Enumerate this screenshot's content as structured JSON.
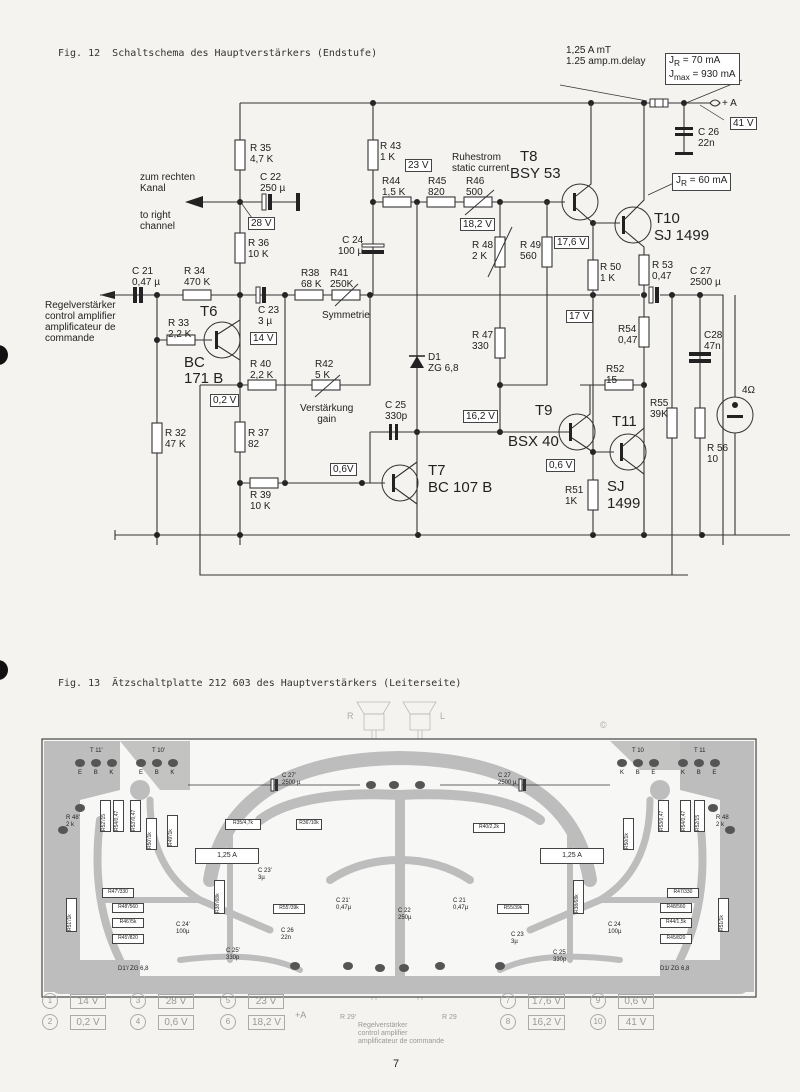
{
  "fig12": {
    "caption": "Fig. 12  Schaltschema des Hauptverstärkers (Endstufe)",
    "fuse_label_de": "1,25 A  mT",
    "fuse_label_en": "1.25 amp.m.delay",
    "current_box": {
      "jr_sym": "J",
      "jr_sub": "R",
      "jr_val": "=  70 mA",
      "jmax_sym": "J",
      "jmax_sub": "max",
      "jmax_val": "= 930 mA"
    },
    "jr60": {
      "sym": "J",
      "sub": "R",
      "val": "= 60 mA"
    },
    "plus_a": "+ A",
    "to_right_channel_de": [
      "zum  rechten",
      "Kanal"
    ],
    "to_right_channel_en": [
      "to  right",
      "channel"
    ],
    "control_amp": [
      "Regelverstärker",
      "control amplifier",
      "amplificateur de",
      "commande"
    ],
    "static_current": [
      "Ruhestrom",
      "static current"
    ],
    "symmetrie": "Symmetrie",
    "gain": [
      "Verstärkung",
      "gain"
    ],
    "speaker": "4Ω",
    "components": {
      "R35": [
        "R 35",
        "4,7 K"
      ],
      "C22": [
        "C 22",
        "250 µ"
      ],
      "R36": [
        "R 36",
        "10 K"
      ],
      "C21": [
        "C 21",
        "0,47 µ"
      ],
      "R34": [
        "R 34",
        "470 K"
      ],
      "R33": [
        "R 33",
        "2,2 K"
      ],
      "C23": [
        "C 23",
        "3 µ"
      ],
      "R38": [
        "R38",
        "68 K"
      ],
      "R41": [
        "R41",
        "250K"
      ],
      "R40": [
        "R 40",
        "2,2 K"
      ],
      "R42": [
        "R42",
        "5 K"
      ],
      "R32": [
        "R 32",
        "47 K"
      ],
      "R37": [
        "R 37",
        "82"
      ],
      "R39": [
        "R 39",
        "10 K"
      ],
      "R43": [
        "R 43",
        "1 K"
      ],
      "R44": [
        "R44",
        "1,5 K"
      ],
      "R45": [
        "R45",
        "820"
      ],
      "R46": [
        "R46",
        "500"
      ],
      "C24": [
        "C 24",
        "100 µ"
      ],
      "R48": [
        "R 48",
        "2 K"
      ],
      "R49": [
        "R 49",
        "560"
      ],
      "R47": [
        "R 47",
        "330"
      ],
      "D1": [
        "D1",
        "ZG 6,8"
      ],
      "C25": [
        "C 25",
        "330p"
      ],
      "R50": [
        "R 50",
        "1 K"
      ],
      "R53": [
        "R 53",
        "0,47"
      ],
      "C27": [
        "C 27",
        "2500 µ"
      ],
      "R54": [
        "R54",
        "0,47"
      ],
      "C28": [
        "C28",
        "47n"
      ],
      "R52": [
        "R52",
        "15"
      ],
      "R55": [
        "R55",
        "39K"
      ],
      "R56": [
        "R 56",
        "10"
      ],
      "R51": [
        "R51",
        "1K"
      ],
      "C26": [
        "C 26",
        "22n"
      ]
    },
    "transistors": {
      "T6": [
        "T6",
        "BC",
        "171 B"
      ],
      "T7": [
        "T7",
        "BC 107  B"
      ],
      "T8": [
        "T8",
        "BSY 53"
      ],
      "T9": [
        "T9",
        "BSX 40"
      ],
      "T10": [
        "T10",
        "SJ 1499"
      ],
      "T11": [
        "T11",
        "SJ",
        "1499"
      ]
    },
    "voltages": {
      "v28": "28 V",
      "v23": "23 V",
      "v182": "18,2 V",
      "v176": "17,6 V",
      "v17": "17 V",
      "v14": "14 V",
      "v02": "0,2 V",
      "v06a": "0,6V",
      "v162": "16,2 V",
      "v06b": "0,6  V",
      "v41": "41 V"
    }
  },
  "fig13": {
    "caption": "Fig. 13  Ätzschaltplatte 212 603 des Hauptverstärkers (Leiterseite)",
    "speaker_r": "R",
    "speaker_l": "L",
    "copyright": "©",
    "fuse_left": "1,25 A",
    "fuse_right": "1,25 A",
    "c27_left": [
      "C 27'",
      "2500 µ"
    ],
    "c27_right": [
      "C 27",
      "2500 µ"
    ],
    "t10_left": "T 10'",
    "t11_left": "T 11'",
    "t10_right": "T 10",
    "t11_right": "T 11",
    "pin_labels_left": [
      "E",
      "B",
      "K",
      "E",
      "B",
      "K"
    ],
    "pin_labels_right": [
      "K",
      "B",
      "E",
      "K",
      "B",
      "E"
    ],
    "left_resistors": [
      "R52'/15",
      "R54/0,47",
      "R53'/0,47",
      "R50'/1k",
      "R49'/1k",
      "R35/4,7k",
      "R36'/10k",
      "R47'/330",
      "R48'/560",
      "R46'/5k",
      "R45'/820",
      "R51'/1k",
      "R38'/68k",
      "R55'/39k"
    ],
    "right_resistors": [
      "R40/2,2k",
      "R47/330",
      "R48/560",
      "R44/1,5k",
      "R45/820",
      "R51/1k",
      "R55/39k",
      "R38/68k",
      "R53/0,47",
      "R54/0,47",
      "R52/15",
      "R50/1k"
    ],
    "diode_left": "D1'/ ZG 6,8",
    "diode_right": "D1/ ZG 6,8",
    "c24_left": [
      "C 24'",
      "100µ"
    ],
    "c24_right": [
      "C 24",
      "100µ"
    ],
    "c23_left": [
      "C 23'",
      "3µ"
    ],
    "c23_right": [
      "C 23",
      "3µ"
    ],
    "c25_left": [
      "C 25'",
      "330p"
    ],
    "c25_right": [
      "C 25",
      "330p"
    ],
    "c21_left": [
      "C 21'",
      "0,47µ"
    ],
    "c21_right": [
      "C 21",
      "0,47µ"
    ],
    "c22": [
      "C 22",
      "250µ"
    ],
    "c26": [
      "C 26",
      "22n"
    ],
    "r48_left": [
      "R 48'",
      "2 k"
    ],
    "r48_right": [
      "R 48",
      "2 k"
    ],
    "r29_left": "R 29'",
    "r29_right": "R 29",
    "plus_a": "+A",
    "control_amp": [
      "Regelverstärker",
      "control amplifier",
      "amplificateur de commande"
    ],
    "legend": [
      {
        "num": "1",
        "volt": "14 V"
      },
      {
        "num": "2",
        "volt": "0,2 V"
      },
      {
        "num": "3",
        "volt": "28 V"
      },
      {
        "num": "4",
        "volt": "0,6 V"
      },
      {
        "num": "5",
        "volt": "23 V"
      },
      {
        "num": "6",
        "volt": "18,2 V"
      },
      {
        "num": "7",
        "volt": "17,6 V"
      },
      {
        "num": "8",
        "volt": "16,2 V"
      },
      {
        "num": "9",
        "volt": "0,6 V"
      },
      {
        "num": "10",
        "volt": "41 V"
      }
    ]
  },
  "page_number": "7"
}
